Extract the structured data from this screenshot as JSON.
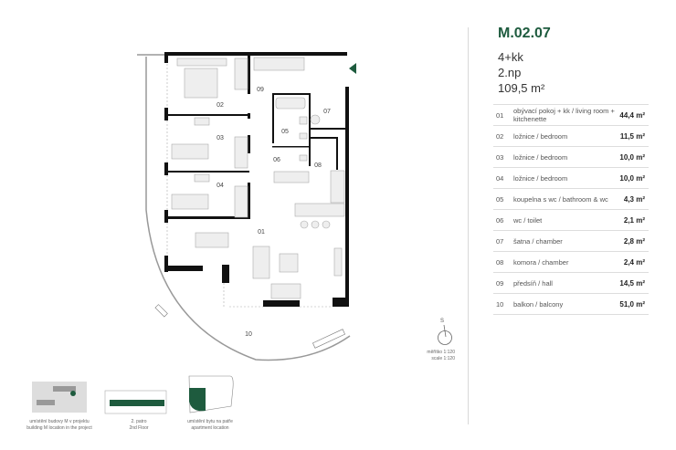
{
  "apartment": {
    "code": "M.02.07",
    "layout": "4+kk",
    "floor": "2.np",
    "area": "109,5 m²"
  },
  "rooms": [
    {
      "num": "01",
      "label": "obývací pokoj + kk / living room + kitchenette",
      "area": "44,4 m²"
    },
    {
      "num": "02",
      "label": "ložnice / bedroom",
      "area": "11,5 m²"
    },
    {
      "num": "03",
      "label": "ložnice / bedroom",
      "area": "10,0 m²"
    },
    {
      "num": "04",
      "label": "ložnice / bedroom",
      "area": "10,0 m²"
    },
    {
      "num": "05",
      "label": "koupelna s wc / bathroom & wc",
      "area": "4,3 m²"
    },
    {
      "num": "06",
      "label": "wc / toilet",
      "area": "2,1 m²"
    },
    {
      "num": "07",
      "label": "šatna / chamber",
      "area": "2,8 m²"
    },
    {
      "num": "08",
      "label": "komora / chamber",
      "area": "2,4 m²"
    },
    {
      "num": "09",
      "label": "předsíň / hall",
      "area": "14,5 m²"
    },
    {
      "num": "10",
      "label": "balkon / balcony",
      "area": "51,0 m²"
    }
  ],
  "plan_labels": {
    "r01": "01",
    "r02": "02",
    "r03": "03",
    "r04": "04",
    "r05": "05",
    "r06": "06",
    "r07": "07",
    "r08": "08",
    "r09": "09",
    "r10": "10"
  },
  "compass": {
    "direction": "S"
  },
  "scale": {
    "cz": "měřítko 1:120",
    "en": "scale 1:120"
  },
  "thumbnails": [
    {
      "cz": "umístění budovy M v projektu",
      "en": "building M location in the project"
    },
    {
      "cz": "2. patro",
      "en": "2nd Floor"
    },
    {
      "cz": "umístění bytu na patře",
      "en": "apartment location"
    }
  ],
  "colors": {
    "accent": "#1e5b3e",
    "wall": "#111111"
  }
}
